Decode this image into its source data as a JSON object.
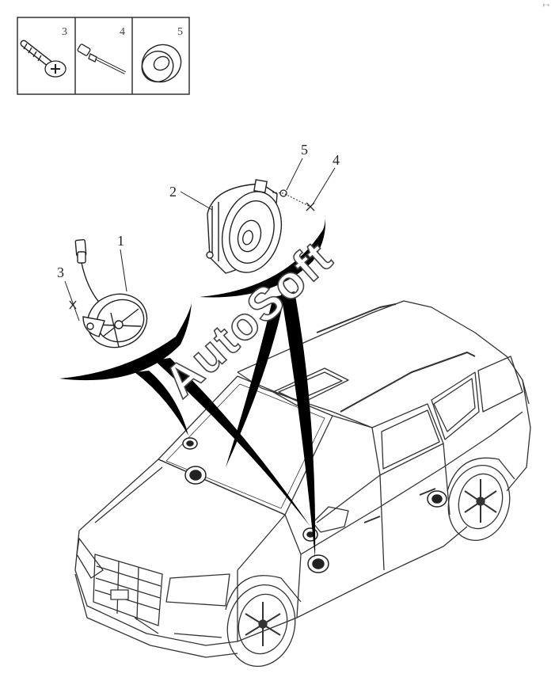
{
  "legend": {
    "items": [
      {
        "number": "3",
        "icon": "screw-icon"
      },
      {
        "number": "4",
        "icon": "rivet-icon"
      },
      {
        "number": "5",
        "icon": "washer-icon"
      }
    ]
  },
  "callouts": {
    "tweeter": "1",
    "speaker": "2",
    "screw": "3",
    "rivet": "4",
    "washer": "5"
  },
  "watermark": "AutoSoft",
  "corner_mark": "ᵖ⁻ᵃ"
}
